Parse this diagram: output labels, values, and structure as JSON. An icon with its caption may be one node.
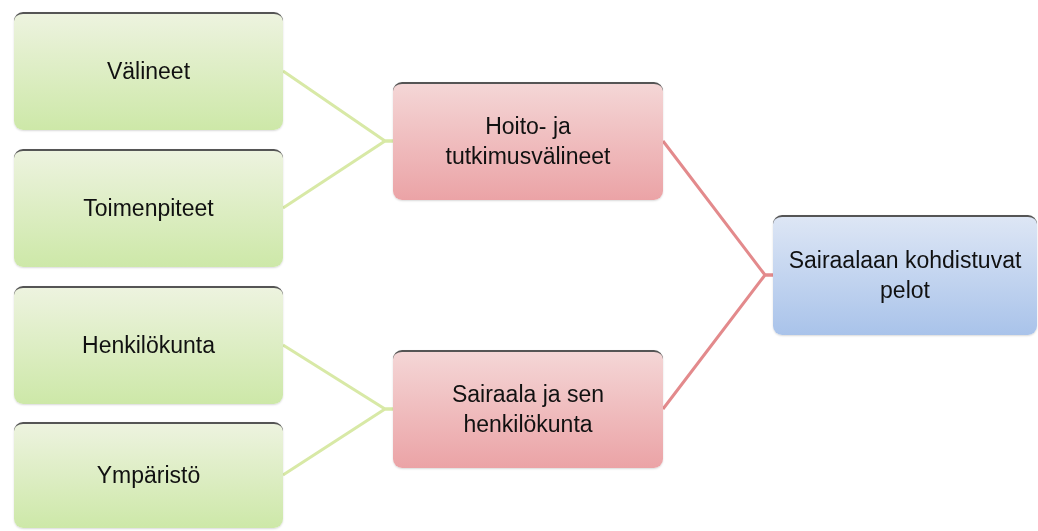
{
  "diagram": {
    "nodes": [
      {
        "text": [
          "Välineet"
        ]
      },
      {
        "text": [
          "Toimenpiteet"
        ]
      },
      {
        "text": [
          "Henkilökunta"
        ]
      },
      {
        "text": [
          "Ympäristö"
        ]
      },
      {
        "text": [
          "Hoito- ja tutkimusvälineet"
        ]
      },
      {
        "text": [
          "Sairaala ja sen henkilökunta"
        ]
      },
      {
        "text": [
          "Sairaalaan kohdistuvat pelot"
        ]
      }
    ],
    "edges": [
      {
        "from": 0,
        "to": 4,
        "arrow": "none"
      },
      {
        "from": 1,
        "to": 4,
        "arrow": "none"
      },
      {
        "from": 2,
        "to": 5,
        "arrow": "none"
      },
      {
        "from": 3,
        "to": 5,
        "arrow": "none"
      },
      {
        "from": 4,
        "to": 6,
        "arrow": "none",
        "color": "#e38a8c"
      },
      {
        "from": 5,
        "to": 6,
        "arrow": "none",
        "color": "#e38a8c"
      }
    ]
  }
}
